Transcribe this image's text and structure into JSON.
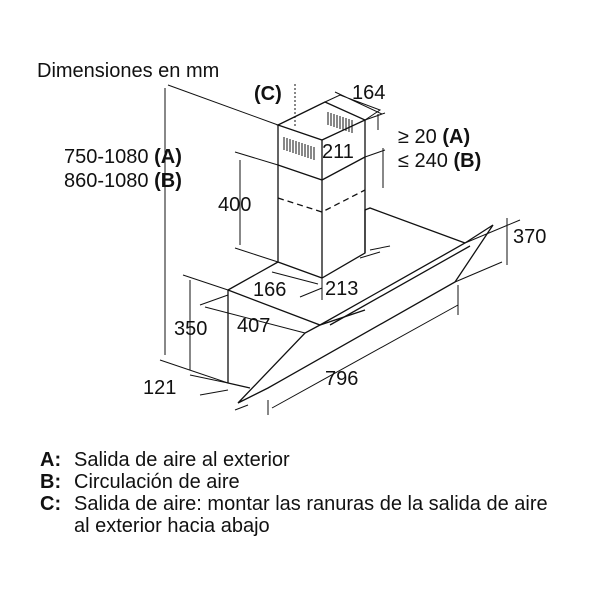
{
  "title": "Dimensiones en mm",
  "dimensions": {
    "c_label": "(C)",
    "width_top": "164",
    "depth_top": "211",
    "gap_a": "≥ 20",
    "gap_a_key": "(A)",
    "gap_b": "≤ 240",
    "gap_b_key": "(B)",
    "height_a": "750-1080",
    "height_a_key": "(A)",
    "height_b": "860-1080",
    "height_b_key": "(B)",
    "chimney_height": "400",
    "chimney_width": "166",
    "chimney_depth": "213",
    "glass_height": "370",
    "box_height": "350",
    "box_depth": "407",
    "front_offset": "121",
    "total_width": "796"
  },
  "legend": [
    {
      "key": "A:",
      "text": "Salida de aire al exterior"
    },
    {
      "key": "B:",
      "text": "Circulación de aire"
    },
    {
      "key": "C:",
      "text": "Salida de aire: montar las ranuras de la salida de aire al exterior hacia abajo"
    }
  ]
}
